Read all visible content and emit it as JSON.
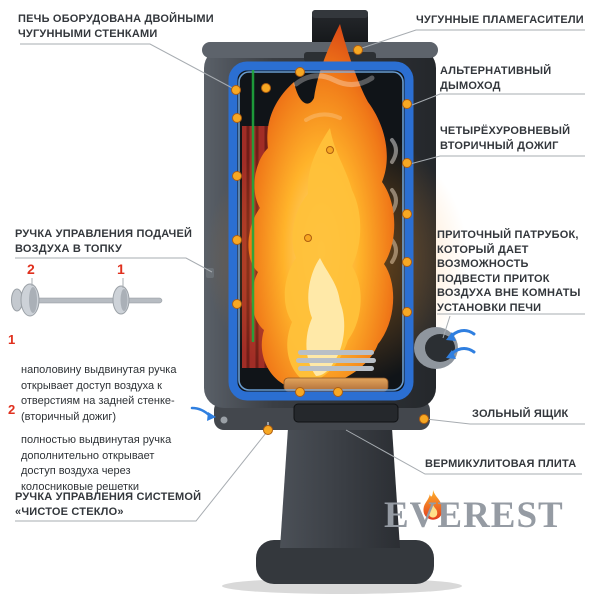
{
  "colors": {
    "accent_red": "#e0301e",
    "accent_blue": "#2f7fe0",
    "dot_orange": "#f7a823",
    "leader_gray": "#a7acb1",
    "stove_dark": "#34383d"
  },
  "labels": {
    "double_walls": "ПЕЧЬ ОБОРУДОВАНА ДВОЙНЫМИ\nЧУГУННЫМИ СТЕНКАМИ",
    "flame_arresters": "ЧУГУННЫЕ ПЛАМЕГАСИТЕЛИ",
    "alt_chimney": "АЛЬТЕРНАТИВНЫЙ\nДЫМОХОД",
    "secondary_afterburn": "ЧЕТЫРЁХУРОВНЕВЫЙ\nВТОРИЧНЫЙ ДОЖИГ",
    "inlet_pipe": "ПРИТОЧНЫЙ ПАТРУБОК,\nКОТОРЫЙ ДАЕТ\nВОЗМОЖНОСТЬ\nПОДВЕСТИ ПРИТОК\nВОЗДУХА ВНЕ КОМНАТЫ\nУСТАНОВКИ ПЕЧИ",
    "ash_box": "ЗОЛЬНЫЙ ЯЩИК",
    "vermiculite_plate": "ВЕРМИКУЛИТОВАЯ ПЛИТА",
    "air_control": "РУЧКА УПРАВЛЕНИЯ ПОДАЧЕЙ\nВОЗДУХА В ТОПКУ",
    "clean_glass": "РУЧКА УПРАВЛЕНИЯ СИСТЕМОЙ\n«ЧИСТОЕ СТЕКЛО»"
  },
  "handles": {
    "pos1_num": "1",
    "pos2_num": "2"
  },
  "notes": {
    "n1": {
      "num": "1",
      "text": "наполовину выдвинутая ручка\nоткрывает доступ воздуха к\nотверстиям на задней стенке-\n(вторичный дожиг)"
    },
    "n2": {
      "num": "2",
      "text": "полностью выдвинутая ручка\nдополнительно открывает\nдоступ воздуха через\nколосниковые решетки"
    }
  },
  "logo": {
    "text": "EVEREST"
  }
}
